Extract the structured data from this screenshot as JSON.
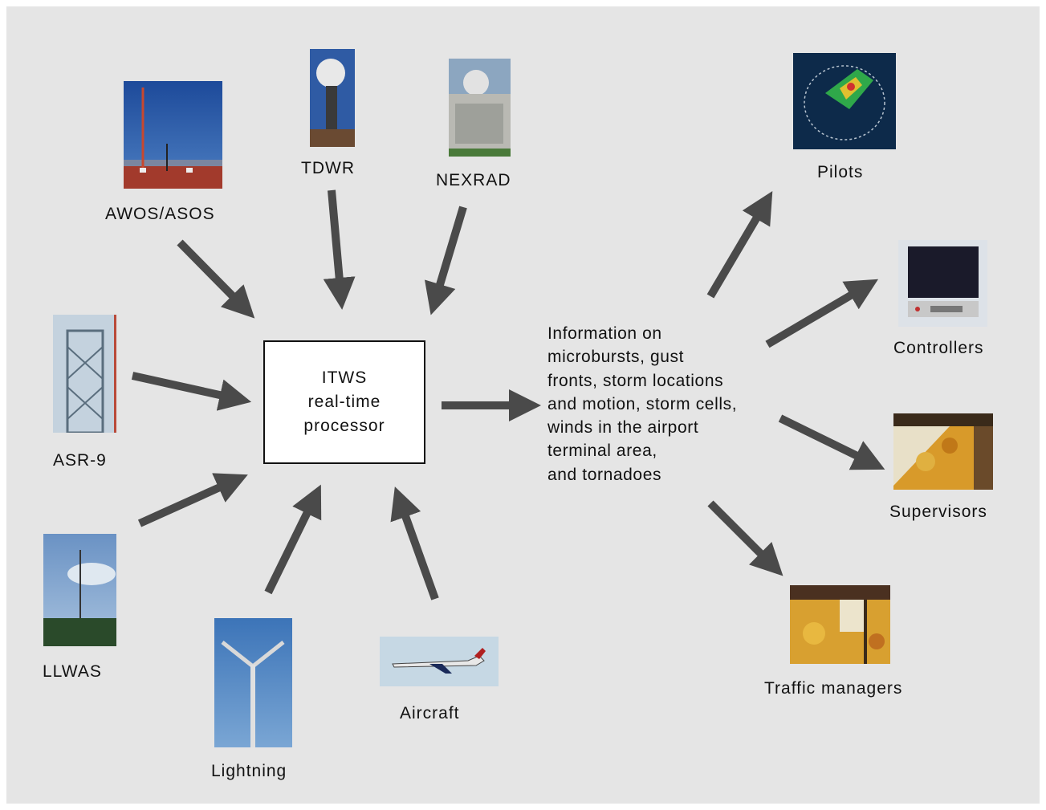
{
  "processor": {
    "lines": [
      "ITWS",
      "real-time",
      "processor"
    ]
  },
  "inputs": {
    "awos": "AWOS/ASOS",
    "tdwr": "TDWR",
    "nexrad": "NEXRAD",
    "asr9": "ASR-9",
    "llwas": "LLWAS",
    "lightning": "Lightning",
    "aircraft": "Aircraft"
  },
  "info": {
    "lines": [
      "Information on",
      "microbursts, gust",
      "fronts, storm locations",
      "and motion, storm cells,",
      "winds in the airport",
      "terminal area,",
      "and tornadoes"
    ]
  },
  "outputs": {
    "pilots": "Pilots",
    "controllers": "Controllers",
    "supervisors": "Supervisors",
    "traffic": "Traffic managers"
  },
  "colors": {
    "background": "#e5e5e5",
    "arrow": "#4a4a4a",
    "box": "#ffffff"
  }
}
